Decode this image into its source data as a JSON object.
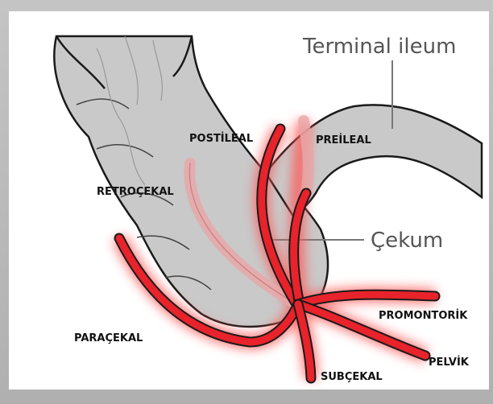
{
  "labels": {
    "terminal_ileum": "Terminal ileum",
    "cekum": "Çekum",
    "postileal": "POSTİLEAL",
    "preileal": "PREİLEAL",
    "retrocekal": "RETROÇEKAL",
    "paracekal": "PARAÇEKAL",
    "promontorik": "PROMONTORİK",
    "pelvik": "PELVİK",
    "subcekal": "SUBÇEKAL"
  },
  "colors": {
    "appendix": "#e8232b",
    "glow": "#ff6b6b",
    "colon_fill": "#c9c9c9",
    "outline": "#1a1a1a"
  }
}
